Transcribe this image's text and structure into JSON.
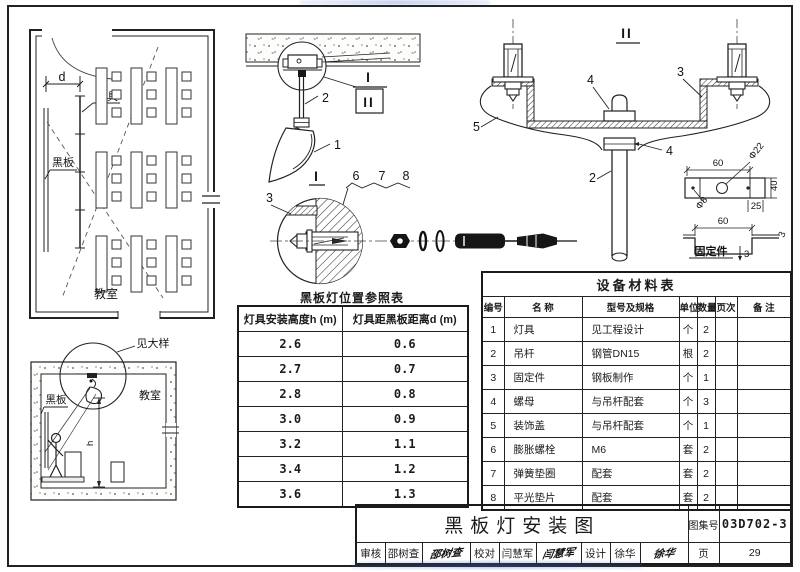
{
  "plan": {
    "dim_d": "d",
    "fixture_label": "灯具",
    "blackboard_label": "黑板",
    "classroom_label": "教室"
  },
  "section1": {
    "view_label": "I",
    "callout_upper": "I",
    "callout_lower": "II",
    "n1": "1",
    "n2": "2",
    "n3": "3",
    "n6": "6",
    "n7": "7",
    "n8": "8"
  },
  "view2": {
    "title": "II",
    "n2": "2",
    "n3": "3",
    "n4": "4",
    "n5": "5"
  },
  "fixing": {
    "dim60": "60",
    "dim40": "40",
    "dim25": "25",
    "hole_large": "Φ22",
    "hole_small": "Φ8",
    "thickness": "3",
    "label": "固定件"
  },
  "elevation": {
    "see_detail": "见大样",
    "blackboard_label": "黑板",
    "classroom_label": "教室",
    "dim_h": "h"
  },
  "pos_table": {
    "title": "黑板灯位置参照表",
    "headers": [
      "灯具安装高度h (m)",
      "灯具距黑板距离d (m)"
    ],
    "rows": [
      [
        "2.6",
        "0.6"
      ],
      [
        "2.7",
        "0.7"
      ],
      [
        "2.8",
        "0.8"
      ],
      [
        "3.0",
        "0.9"
      ],
      [
        "3.2",
        "1.1"
      ],
      [
        "3.4",
        "1.2"
      ],
      [
        "3.6",
        "1.3"
      ]
    ]
  },
  "mat_table": {
    "title": "设备材料表",
    "headers": [
      "编号",
      "名  称",
      "型号及规格",
      "单位",
      "数量",
      "页次",
      "备 注"
    ],
    "rows": [
      [
        "1",
        "灯具",
        "见工程设计",
        "个",
        "2",
        "",
        ""
      ],
      [
        "2",
        "吊杆",
        "钢管DN15",
        "根",
        "2",
        "",
        ""
      ],
      [
        "3",
        "固定件",
        "钢板制作",
        "个",
        "1",
        "",
        ""
      ],
      [
        "4",
        "螺母",
        "与吊杆配套",
        "个",
        "3",
        "",
        ""
      ],
      [
        "5",
        "装饰盖",
        "与吊杆配套",
        "个",
        "1",
        "",
        ""
      ],
      [
        "6",
        "膨胀螺栓",
        "M6",
        "套",
        "2",
        "",
        ""
      ],
      [
        "7",
        "弹簧垫圈",
        "配套",
        "套",
        "2",
        "",
        ""
      ],
      [
        "8",
        "平光垫片",
        "配套",
        "套",
        "2",
        "",
        ""
      ]
    ]
  },
  "title_block": {
    "title": "黑板灯安装图",
    "atlas_label": "图集号",
    "atlas_no": "03D702-3",
    "page_label": "页",
    "page_no": "29",
    "review_label": "审核",
    "review_name": "邵树查",
    "review_sign": "邵树查",
    "proof_label": "校对",
    "proof_name": "闫慧军",
    "proof_sign": "闫慧军",
    "design_label": "设计",
    "design_name": "徐华",
    "design_sign": "徐华"
  }
}
